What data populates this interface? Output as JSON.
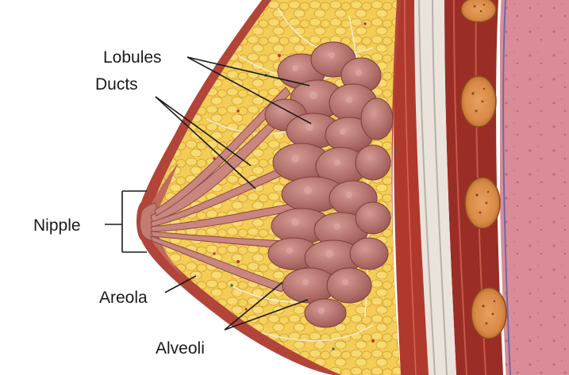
{
  "labels": {
    "lobules": "Lobules",
    "ducts": "Ducts",
    "nipple": "Nipple",
    "areola": "Areola",
    "alveoli": "Alveoli"
  },
  "colors": {
    "skin": "#b2453a",
    "fat": "#f2c94c",
    "fat_dark": "#d9a437",
    "gland": "#c07a74",
    "gland_dark": "#8e4a48",
    "muscle": "#9a2e26",
    "fascia": "#e9e3dc",
    "rib": "#f0a45a",
    "chest_wall": "#d98c97"
  }
}
